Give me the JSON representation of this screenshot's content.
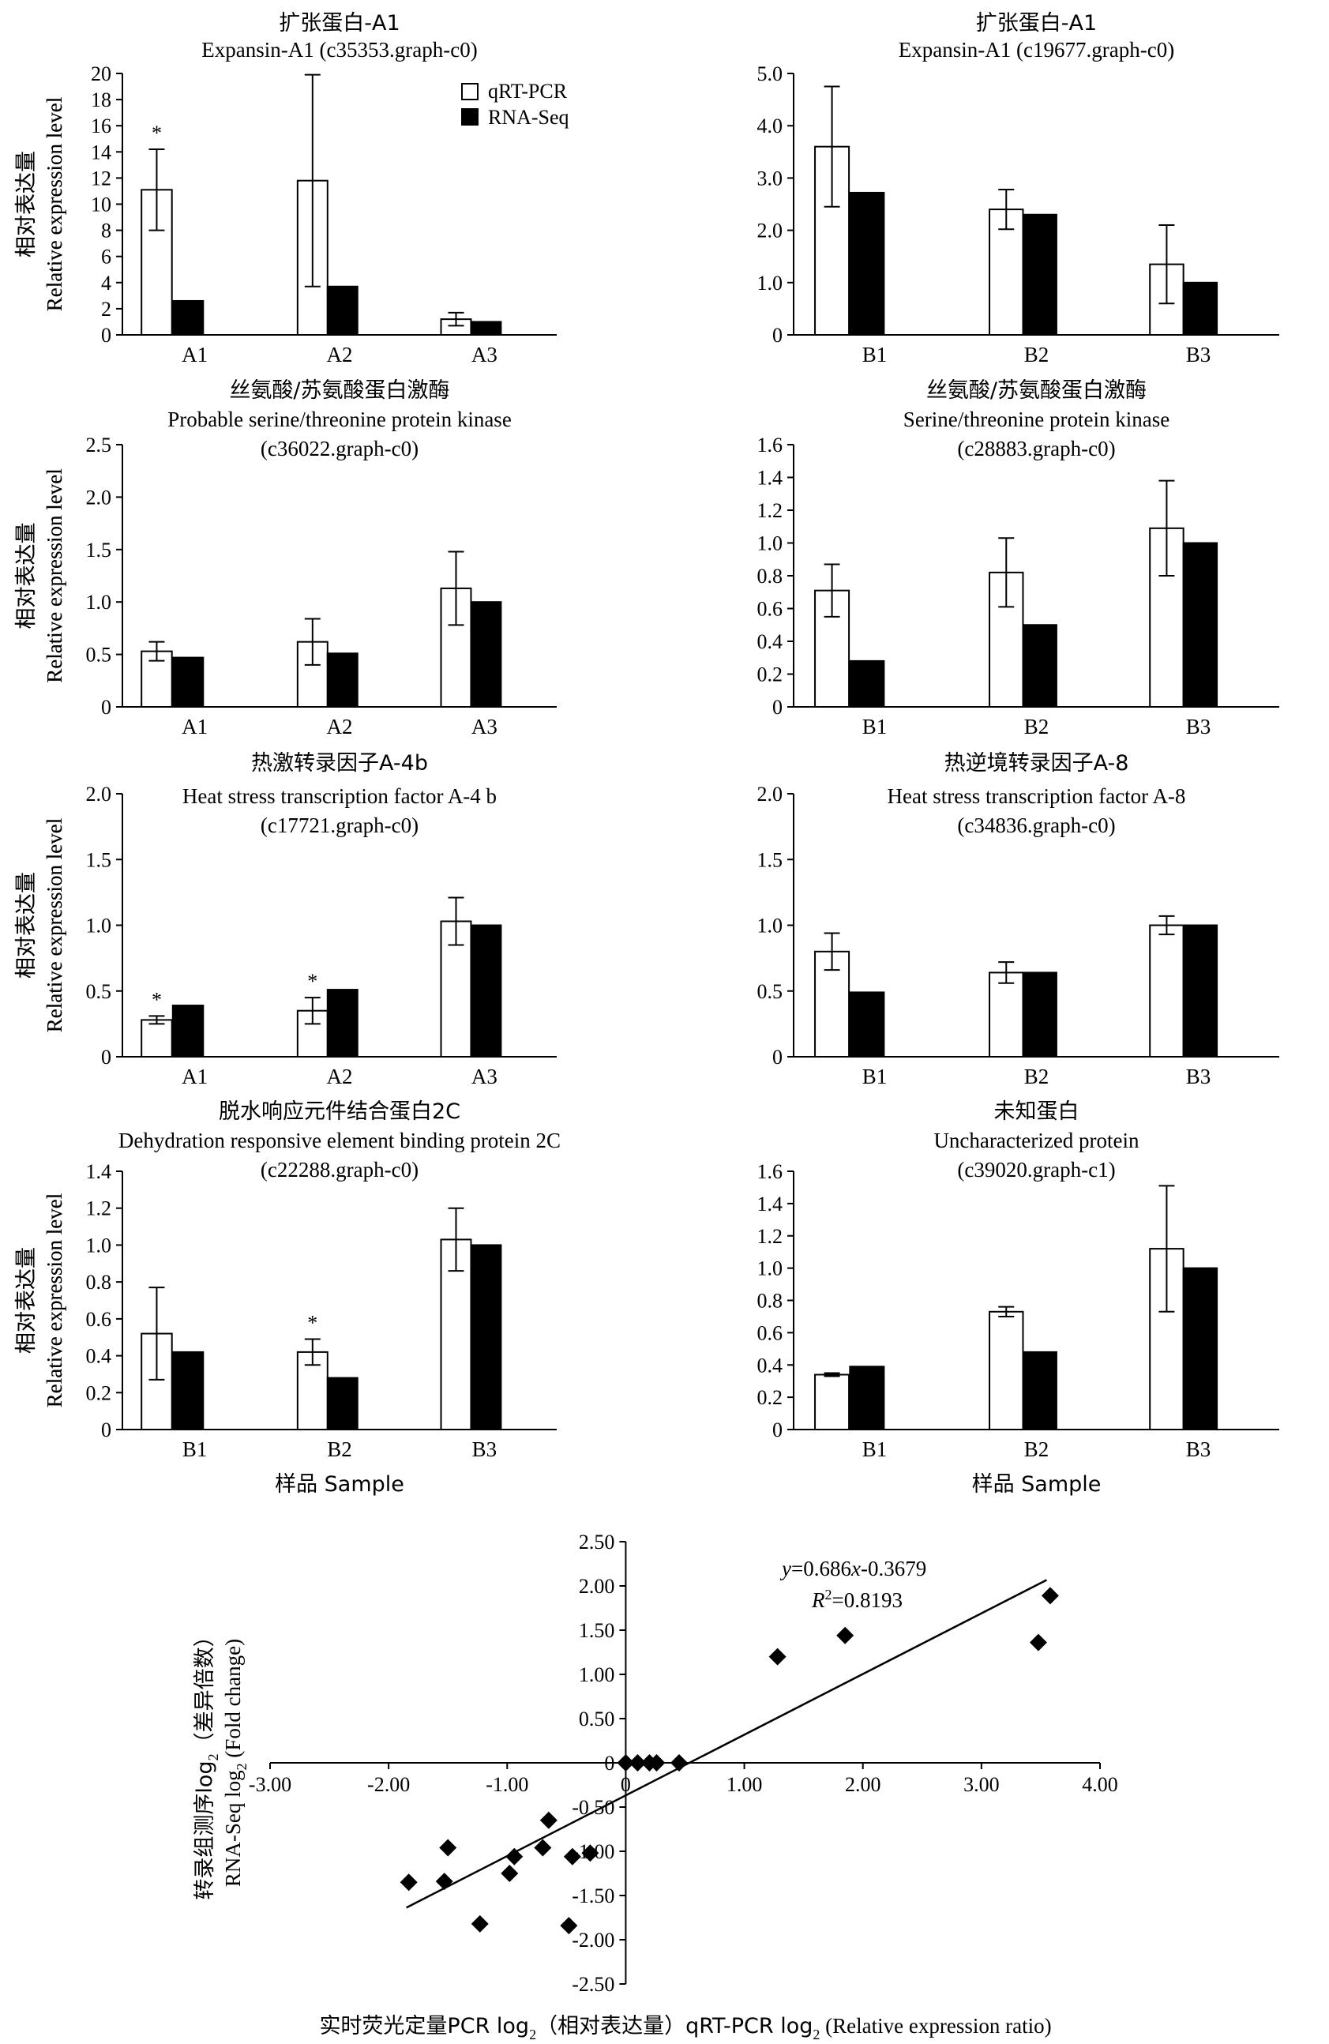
{
  "figure": {
    "legend": {
      "qrt": "qRT-PCR",
      "rna": "RNA-Seq"
    },
    "ylabel_cn": "相对表达量",
    "ylabel_en": "Relative expression level",
    "xlabel_sample": "样品 Sample"
  },
  "chart_data": [
    {
      "type": "bar",
      "title_cn": "扩张蛋白-A1",
      "title_en": [
        "Expansin-A1 (c35353.graph-c0)"
      ],
      "categories": [
        "A1",
        "A2",
        "A3"
      ],
      "series": [
        {
          "name": "qRT-PCR",
          "values": [
            11.1,
            11.8,
            1.2
          ],
          "errors": [
            3.1,
            8.1,
            0.5
          ]
        },
        {
          "name": "RNA-Seq",
          "values": [
            2.6,
            3.7,
            1.0
          ]
        }
      ],
      "ylim": [
        0,
        20
      ],
      "yticks": [
        "0",
        "2",
        "4",
        "6",
        "8",
        "10",
        "12",
        "14",
        "16",
        "18",
        "20"
      ],
      "stars": [
        0
      ],
      "xlabel": ""
    },
    {
      "type": "bar",
      "title_cn": "扩张蛋白-A1",
      "title_en": [
        "Expansin-A1 (c19677.graph-c0)"
      ],
      "categories": [
        "B1",
        "B2",
        "B3"
      ],
      "series": [
        {
          "name": "qRT-PCR",
          "values": [
            3.6,
            2.4,
            1.35
          ],
          "errors": [
            1.15,
            0.38,
            0.75
          ]
        },
        {
          "name": "RNA-Seq",
          "values": [
            2.72,
            2.3,
            1.0
          ]
        }
      ],
      "ylim": [
        0,
        5
      ],
      "yticks": [
        "0",
        "1.0",
        "2.0",
        "3.0",
        "4.0",
        "5.0"
      ],
      "stars": [],
      "xlabel": ""
    },
    {
      "type": "bar",
      "title_cn": "丝氨酸/苏氨酸蛋白激酶",
      "title_en": [
        "Probable serine/threonine protein kinase",
        "(c36022.graph-c0)"
      ],
      "categories": [
        "A1",
        "A2",
        "A3"
      ],
      "series": [
        {
          "name": "qRT-PCR",
          "values": [
            0.53,
            0.62,
            1.13
          ],
          "errors": [
            0.09,
            0.22,
            0.35
          ]
        },
        {
          "name": "RNA-Seq",
          "values": [
            0.47,
            0.51,
            1.0
          ]
        }
      ],
      "ylim": [
        0,
        2.5
      ],
      "yticks": [
        "0",
        "0.5",
        "1.0",
        "1.5",
        "2.0",
        "2.5"
      ],
      "stars": [],
      "xlabel": ""
    },
    {
      "type": "bar",
      "title_cn": "丝氨酸/苏氨酸蛋白激酶",
      "title_en": [
        "Serine/threonine protein kinase",
        "(c28883.graph-c0)"
      ],
      "categories": [
        "B1",
        "B2",
        "B3"
      ],
      "series": [
        {
          "name": "qRT-PCR",
          "values": [
            0.71,
            0.82,
            1.09
          ],
          "errors": [
            0.16,
            0.21,
            0.29
          ]
        },
        {
          "name": "RNA-Seq",
          "values": [
            0.28,
            0.5,
            1.0
          ]
        }
      ],
      "ylim": [
        0,
        1.6
      ],
      "yticks": [
        "0",
        "0.2",
        "0.4",
        "0.6",
        "0.8",
        "1.0",
        "1.2",
        "1.4",
        "1.6"
      ],
      "stars": [],
      "xlabel": ""
    },
    {
      "type": "bar",
      "title_cn": "热激转录因子A-4b",
      "title_en": [
        "Heat stress transcription factor A-4 b",
        "(c17721.graph-c0)"
      ],
      "categories": [
        "A1",
        "A2",
        "A3"
      ],
      "series": [
        {
          "name": "qRT-PCR",
          "values": [
            0.28,
            0.35,
            1.03
          ],
          "errors": [
            0.03,
            0.1,
            0.18
          ]
        },
        {
          "name": "RNA-Seq",
          "values": [
            0.39,
            0.51,
            1.0
          ]
        }
      ],
      "ylim": [
        0,
        2.0
      ],
      "yticks": [
        "0",
        "0.5",
        "1.0",
        "1.5",
        "2.0"
      ],
      "stars": [
        0,
        1
      ],
      "xlabel": ""
    },
    {
      "type": "bar",
      "title_cn": "热逆境转录因子A-8",
      "title_en": [
        "Heat stress transcription factor A-8",
        "(c34836.graph-c0)"
      ],
      "categories": [
        "B1",
        "B2",
        "B3"
      ],
      "series": [
        {
          "name": "qRT-PCR",
          "values": [
            0.8,
            0.64,
            1.0
          ],
          "errors": [
            0.14,
            0.08,
            0.07
          ]
        },
        {
          "name": "RNA-Seq",
          "values": [
            0.49,
            0.64,
            1.0
          ]
        }
      ],
      "ylim": [
        0,
        2.0
      ],
      "yticks": [
        "0",
        "0.5",
        "1.0",
        "1.5",
        "2.0"
      ],
      "stars": [],
      "xlabel": ""
    },
    {
      "type": "bar",
      "title_cn": "脱水响应元件结合蛋白2C",
      "title_en": [
        "Dehydration responsive element binding protein 2C",
        "(c22288.graph-c0)"
      ],
      "categories": [
        "B1",
        "B2",
        "B3"
      ],
      "series": [
        {
          "name": "qRT-PCR",
          "values": [
            0.52,
            0.42,
            1.03
          ],
          "errors": [
            0.25,
            0.07,
            0.17
          ]
        },
        {
          "name": "RNA-Seq",
          "values": [
            0.42,
            0.28,
            1.0
          ]
        }
      ],
      "ylim": [
        0,
        1.4
      ],
      "yticks": [
        "0",
        "0.2",
        "0.4",
        "0.6",
        "0.8",
        "1.0",
        "1.2",
        "1.4"
      ],
      "stars": [
        1
      ],
      "xlabel": "样品 Sample"
    },
    {
      "type": "bar",
      "title_cn": "未知蛋白",
      "title_en": [
        "Uncharacterized protein",
        "(c39020.graph-c1)"
      ],
      "categories": [
        "B1",
        "B2",
        "B3"
      ],
      "series": [
        {
          "name": "qRT-PCR",
          "values": [
            0.34,
            0.73,
            1.12
          ],
          "errors": [
            0.01,
            0.03,
            0.39
          ]
        },
        {
          "name": "RNA-Seq",
          "values": [
            0.39,
            0.48,
            1.0
          ]
        }
      ],
      "ylim": [
        0,
        1.6
      ],
      "yticks": [
        "0",
        "0.2",
        "0.4",
        "0.6",
        "0.8",
        "1.0",
        "1.2",
        "1.4",
        "1.6"
      ],
      "stars": [],
      "xlabel": "样品 Sample"
    },
    {
      "type": "scatter",
      "xlim": [
        -3,
        4
      ],
      "ylim": [
        -2.5,
        2.5
      ],
      "xticks": [
        "-3.00",
        "-2.00",
        "-1.00",
        "0",
        "1.00",
        "2.00",
        "3.00",
        "4.00"
      ],
      "yticks": [
        "-2.50",
        "-2.00",
        "-1.50",
        "-1.00",
        "-0.50",
        "0",
        "0.50",
        "1.00",
        "1.50",
        "2.00",
        "2.50"
      ],
      "x": [
        -1.83,
        -1.53,
        -1.5,
        -1.23,
        -0.98,
        -0.94,
        -0.7,
        -0.65,
        -0.48,
        -0.45,
        -0.3,
        0.0,
        0.1,
        0.2,
        0.26,
        0.45,
        1.28,
        1.85,
        3.48,
        3.58
      ],
      "y": [
        -1.35,
        -1.34,
        -0.96,
        -1.82,
        -1.25,
        -1.06,
        -0.96,
        -0.65,
        -1.84,
        -1.06,
        -1.02,
        0.0,
        0.0,
        0.0,
        0.0,
        0.0,
        1.2,
        1.44,
        1.36,
        1.89
      ],
      "fit": {
        "slope": 0.686,
        "intercept": -0.3679,
        "x_range": [
          -1.85,
          3.55
        ]
      },
      "equation_y": "y",
      "equation_rest": "=0.686",
      "equation_x": "x",
      "equation_tail": "-0.3679",
      "r2_R": "R",
      "r2_sup": "2",
      "r2_rest": "=0.8193",
      "xlabel": {
        "a": "实时荧光定量PCR log",
        "a_sub": "2",
        "b": "（相对表达量）qRT-PCR log",
        "b_sub": "2",
        "c": " (Relative expression ratio)"
      },
      "ylabel": {
        "l1a": "转录组测序log",
        "l1_sub": "2",
        "l1b": "（差异倍数）",
        "l2a": "RNA-Seq log",
        "l2_sub": "2",
        "l2b": " (Fold change)"
      }
    }
  ]
}
